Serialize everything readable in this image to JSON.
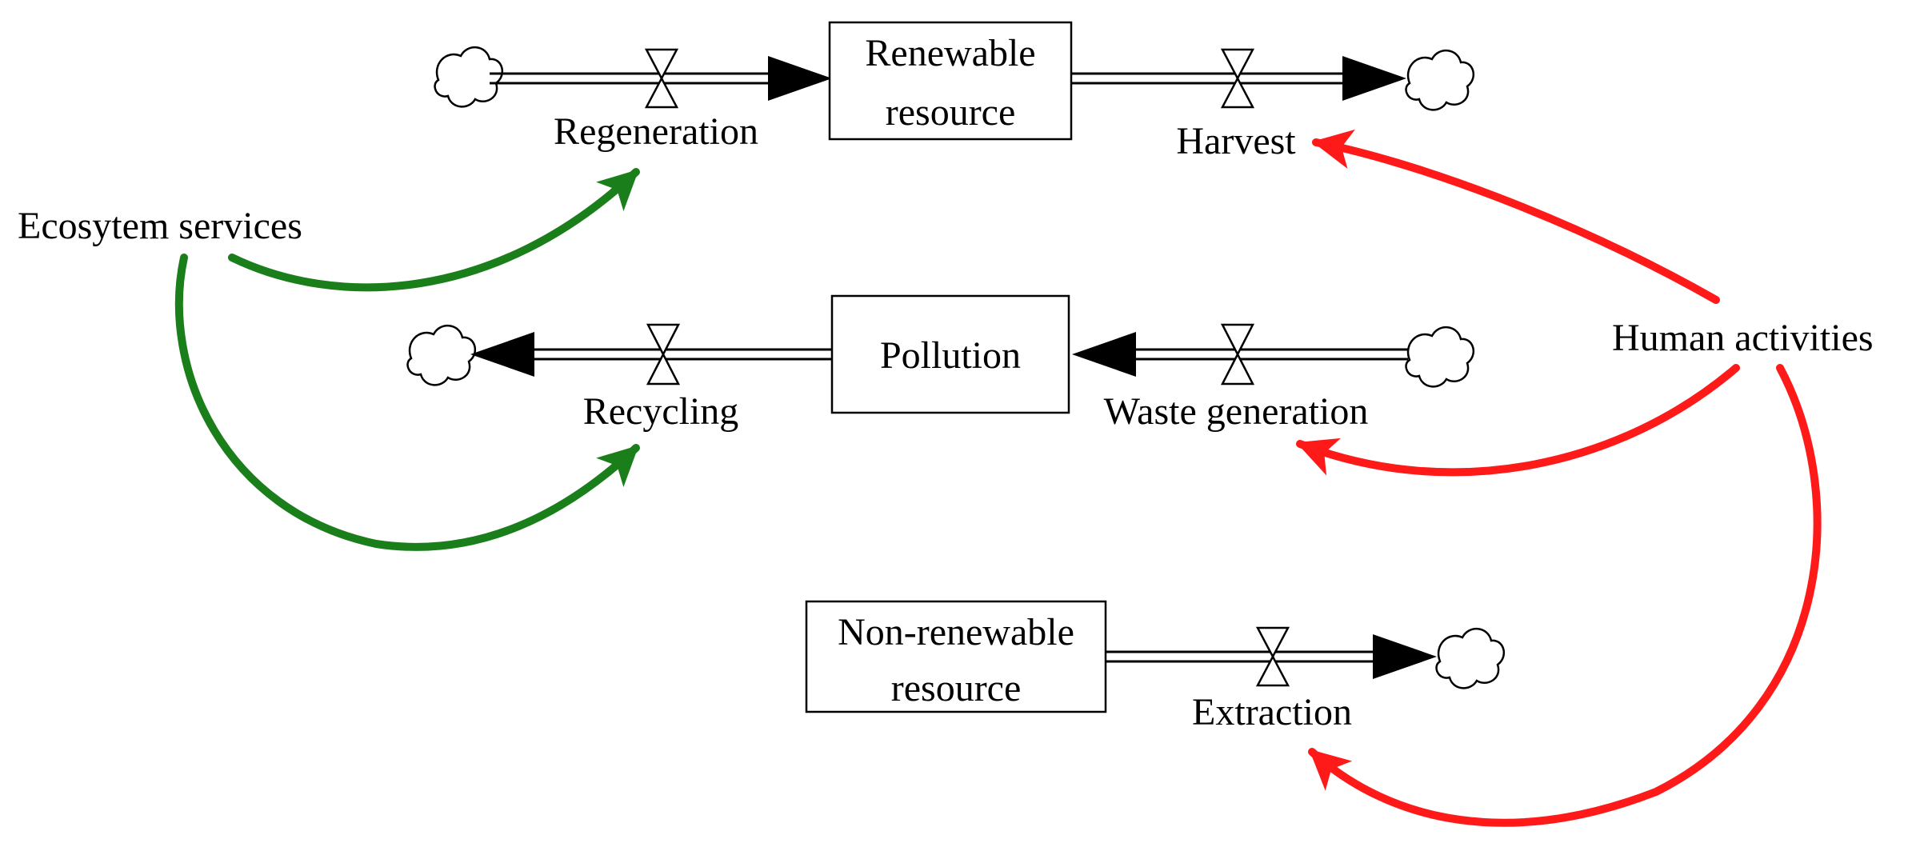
{
  "stocks": {
    "renewable_line1": "Renewable",
    "renewable_line2": "resource",
    "pollution": "Pollution",
    "nonrenewable_line1": "Non-renewable",
    "nonrenewable_line2": "resource"
  },
  "flows": {
    "regeneration": "Regeneration",
    "harvest": "Harvest",
    "recycling": "Recycling",
    "waste_generation": "Waste generation",
    "extraction": "Extraction"
  },
  "drivers": {
    "ecosystem": "Ecosytem services",
    "human": "Human activities"
  },
  "colors": {
    "ecosystem_links": "#1a7f1a",
    "human_links": "#ff1a1a",
    "structure": "#000000"
  },
  "icons": [
    "cloud-source-icon",
    "cloud-sink-icon",
    "valve-icon"
  ]
}
